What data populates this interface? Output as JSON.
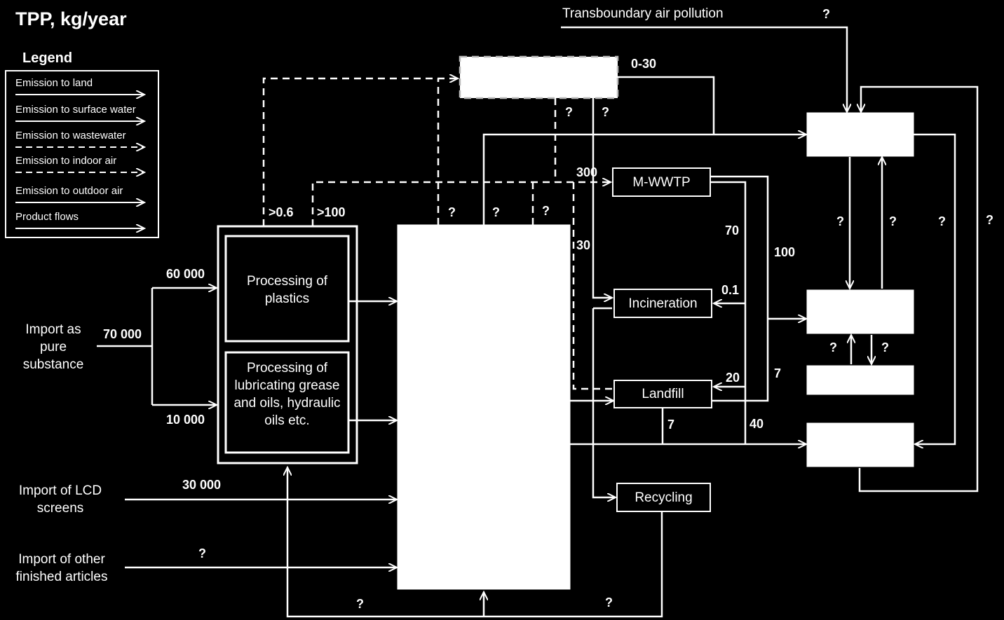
{
  "title": "TPP, kg/year",
  "legend": {
    "title": "Legend",
    "items": [
      {
        "label": "Emission to land",
        "style": "solid"
      },
      {
        "label": "Emission to surface water",
        "style": "solid"
      },
      {
        "label": "Emission to wastewater",
        "style": "dashed"
      },
      {
        "label": "Emission to indoor air",
        "style": "dashed"
      },
      {
        "label": "Emission to outdoor air",
        "style": "solid"
      },
      {
        "label": "Product flows",
        "style": "solid"
      }
    ]
  },
  "sources": {
    "import_pure": "Import as pure substance",
    "import_lcd": "Import of LCD screens",
    "import_other": "Import of other finished articles",
    "transboundary": "Transboundary air pollution"
  },
  "processes": {
    "plastics": "Processing of plastics",
    "lubricating": "Processing of lubricating grease and oils, hydraulic oils etc.",
    "mwwtp": "M-WWTP",
    "incineration": "Incineration",
    "landfill": "Landfill",
    "recycling": "Recycling"
  },
  "flows": {
    "import_pure": "70 000",
    "to_plastics": "60 000",
    "to_lubricating": "10 000",
    "lcd": "30 000",
    "other_articles": "?",
    "indoor_air_from_processing": ">0.6",
    "wastewater_from_processing": ">100",
    "indoor_air_out": "0-30",
    "use_q1": "?",
    "use_q2": "?",
    "use_q3": "?",
    "indoor_q1": "?",
    "indoor_q2": "?",
    "to_mwwtp": "300",
    "mwwtp_to_incineration": "70",
    "mwwtp_out": "100",
    "wastewater_to_landfill": "30",
    "to_incineration": "0.1",
    "to_landfill": "20",
    "landfill_out": "7",
    "landfill_to_land": "7",
    "mwwtp_to_land": "40",
    "env_q1": "?",
    "env_q2": "?",
    "env_q3": "?",
    "env_q4": "?",
    "water_q1": "?",
    "water_q2": "?",
    "transboundary_val": "?",
    "recycling_back": "?",
    "recycling_loop": "?"
  }
}
